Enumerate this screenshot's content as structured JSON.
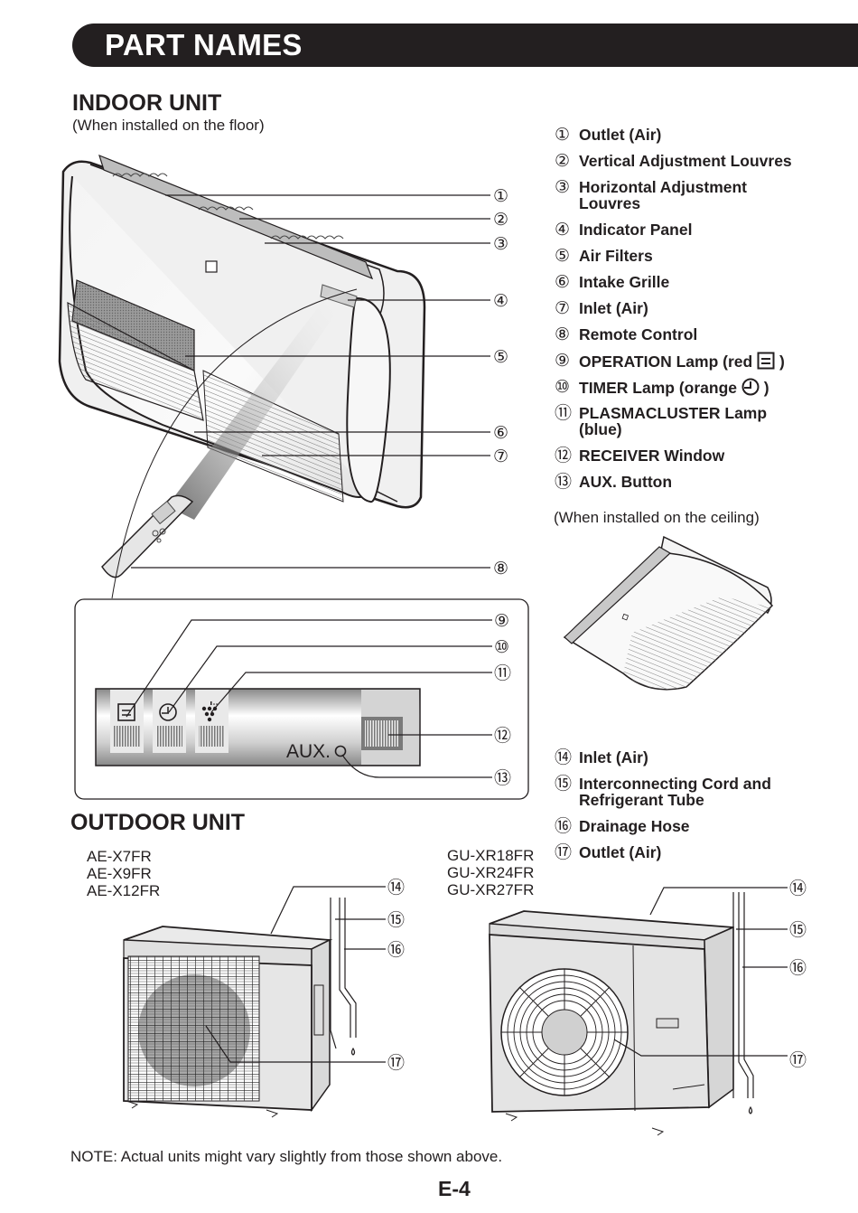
{
  "page": {
    "title": "PART NAMES",
    "page_number": "E-4",
    "note": "NOTE:  Actual units might vary slightly from those shown above."
  },
  "indoor": {
    "heading": "INDOOR UNIT",
    "subheading": "(When installed on the floor)",
    "ceiling_caption": "(When installed on the ceiling)",
    "parts": [
      {
        "num": "①",
        "lines": [
          "Outlet (Air)"
        ]
      },
      {
        "num": "②",
        "lines": [
          "Vertical Adjustment Louvres"
        ]
      },
      {
        "num": "③",
        "lines": [
          "Horizontal Adjustment",
          "Louvres"
        ]
      },
      {
        "num": "④",
        "lines": [
          "Indicator Panel"
        ]
      },
      {
        "num": "⑤",
        "lines": [
          "Air Filters"
        ]
      },
      {
        "num": "⑥",
        "lines": [
          "Intake Grille"
        ]
      },
      {
        "num": "⑦",
        "lines": [
          "Inlet (Air)"
        ]
      },
      {
        "num": "⑧",
        "lines": [
          "Remote Control"
        ]
      },
      {
        "num": "⑨",
        "lines": [
          "OPERATION Lamp (red"
        ],
        "suffix": " )",
        "icon": "operation-lamp-icon"
      },
      {
        "num": "⑩",
        "lines": [
          "TIMER Lamp (orange"
        ],
        "suffix": " )",
        "icon": "timer-lamp-icon"
      },
      {
        "num": "⑪",
        "lines": [
          "PLASMACLUSTER Lamp",
          "(blue)"
        ]
      },
      {
        "num": "⑫",
        "lines": [
          "RECEIVER Window"
        ]
      },
      {
        "num": "⑬",
        "lines": [
          "AUX. Button"
        ]
      }
    ],
    "callouts": [
      "①",
      "②",
      "③",
      "④",
      "⑤",
      "⑥",
      "⑦",
      "⑧"
    ],
    "panel_callouts": [
      "⑨",
      "⑩",
      "⑪",
      "⑫",
      "⑬"
    ],
    "panel_aux_label": "AUX."
  },
  "outdoor": {
    "heading": "OUTDOOR UNIT",
    "parts": [
      {
        "num": "⑭",
        "lines": [
          "Inlet (Air)"
        ]
      },
      {
        "num": "⑮",
        "lines": [
          "Interconnecting Cord and",
          "Refrigerant Tube"
        ]
      },
      {
        "num": "⑯",
        "lines": [
          "Drainage  Hose"
        ]
      },
      {
        "num": "⑰",
        "lines": [
          "Outlet (Air)"
        ]
      }
    ],
    "models_small": [
      "AE-X7FR",
      "AE-X9FR",
      "AE-X12FR"
    ],
    "models_large": [
      "GU-XR18FR",
      "GU-XR24FR",
      "GU-XR27FR"
    ],
    "callouts": [
      "⑭",
      "⑮",
      "⑯",
      "⑰"
    ]
  }
}
